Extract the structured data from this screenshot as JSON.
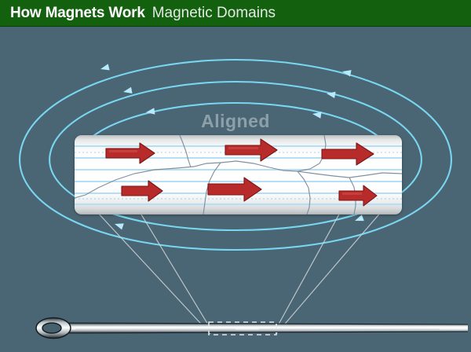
{
  "header": {
    "title": "How Magnets Work",
    "subtitle": "Magnetic Domains",
    "bg_color": "#13610f",
    "title_color": "#ffffff",
    "subtitle_color": "#e3e9e3"
  },
  "scene": {
    "background_color": "#4a6574",
    "field_line_color": "#74d4ee",
    "callout_line_color": "#cfd6d8"
  },
  "diagram": {
    "label_aligned": "Aligned",
    "label_aligned_color": "rgba(222,232,236,0.45)",
    "magnified_bar": {
      "domain_arrow_color": "#b72b2b",
      "domain_arrow_outline": "#7d1515",
      "domain_arrow_count": 6,
      "arrow_direction": "right",
      "interior_line_color": "#bfe4f7",
      "crack_color": "#7a8896"
    },
    "needle": {
      "name": "sewing-needle",
      "body_color": "#d8dcdd",
      "outline_color": "#202a30",
      "selection_box_style": "dashed"
    },
    "field_lines": {
      "count": 3,
      "flow_direction": "counterclockwise",
      "arrow_marker_color": "#9fe6f7"
    }
  },
  "chart_data": {
    "type": "diagram",
    "title": "Magnetic Domains",
    "description": "Bar magnet field lines with magnified view of aligned magnetic domains inside a needle",
    "annotations": [
      "Aligned"
    ]
  }
}
